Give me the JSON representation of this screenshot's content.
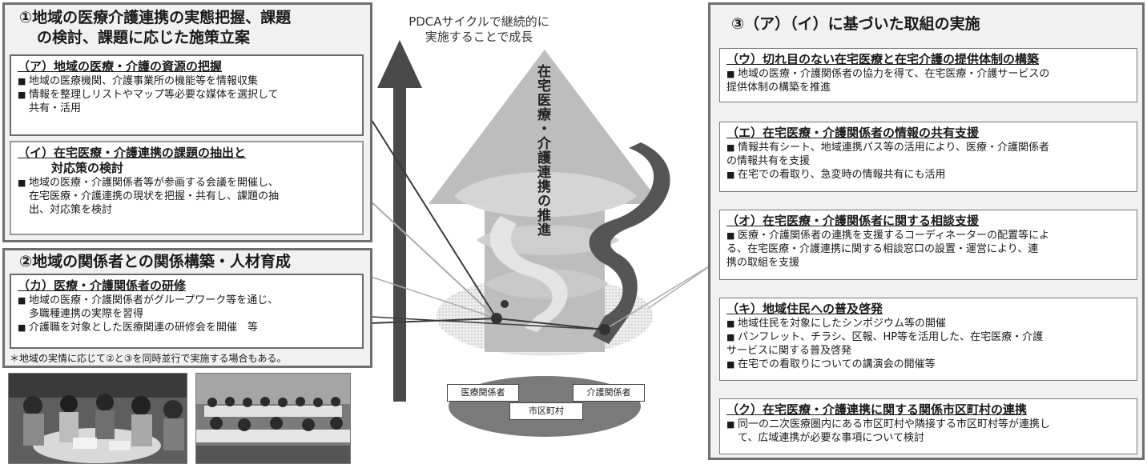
{
  "center": {
    "pdca_line1": "PDCAサイクルで継続的に",
    "pdca_line2": "実施することで成長",
    "vertical_text": "在宅医療・介護連携の推進",
    "tag_medical": "医療関係者",
    "tag_care": "介護関係者",
    "tag_city": "市区町村"
  },
  "left": {
    "box1": {
      "title_line1": "①地域の医療介護連携の実態把握、課題",
      "title_line2": "の検討、課題に応じた施策立案",
      "a": {
        "title": "（ア）地域の医療・介護の資源の把握",
        "lines": [
          "地域の医療機関、介護事業所の機能等を情報収集",
          "情報を整理しリストやマップ等必要な媒体を選択して",
          "共有・活用"
        ]
      },
      "i": {
        "title_line1": "（イ）在宅医療・介護連携の課題の抽出と",
        "title_line2": "対応策の検討",
        "lines": [
          "地域の医療・介護関係者等が参画する会議を開催し、",
          "在宅医療・介護連携の現状を把握・共有し、課題の抽",
          "出、対応策を検討"
        ]
      }
    },
    "box2": {
      "title": "②地域の関係者との関係構築・人材育成",
      "ka": {
        "title": "（カ）医療・介護関係者の研修",
        "lines": [
          "地域の医療・介護関係者がグループワーク等を通じ、",
          "多職種連携の実際を習得",
          "介護職を対象とした医療関連の研修会を開催　等"
        ]
      }
    },
    "note": "＊地域の実情に応じて②と③を同時並行で実施する場合もある。"
  },
  "right": {
    "title": "③（ア）（イ）に基づいた取組の実施",
    "cards": [
      {
        "title": "（ウ）切れ目のない在宅医療と在宅介護の提供体制の構築",
        "lines": [
          "地域の医療・介護関係者の協力を得て、在宅医療・介護サービスの",
          "提供体制の構築を推進"
        ]
      },
      {
        "title": "（エ）在宅医療・介護関係者の情報の共有支援",
        "lines": [
          "情報共有シート、地域連携パス等の活用により、医療・介護関係者",
          "の情報共有を支援",
          "在宅での看取り、急変時の情報共有にも活用"
        ]
      },
      {
        "title": "（オ）在宅医療・介護関係者に関する相談支援",
        "lines": [
          "医療・介護関係者の連携を支援するコーディネーターの配置等によ",
          "る、在宅医療・介護連携に関する相談窓口の設置・運営により、連",
          "携の取組を支援"
        ]
      },
      {
        "title": "（キ）地域住民への普及啓発",
        "lines": [
          "地域住民を対象にしたシンポジウム等の開催",
          "パンフレット、チラシ、区報、HP等を活用した、在宅医療・介護",
          "サービスに関する普及啓発",
          "在宅での看取りについての講演会の開催等"
        ]
      },
      {
        "title": "（ク）在宅医療・介護連携に関する関係市区町村の連携",
        "lines": [
          "同一の二次医療圏内にある市区町村や隣接する市区町村等が連携し",
          "て、広域連携が必要な事項について検討"
        ]
      }
    ]
  }
}
